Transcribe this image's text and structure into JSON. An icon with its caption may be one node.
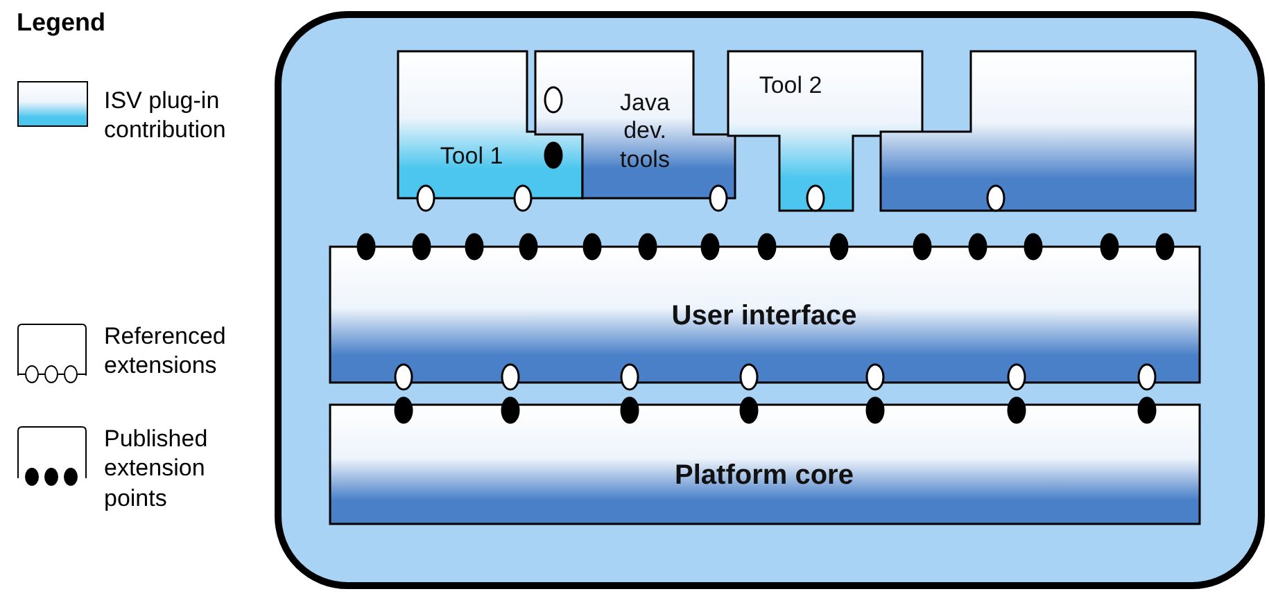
{
  "diagram": {
    "nodes": [
      {
        "text": [],
        "shape": "box"
      },
      {
        "text": [
          "Tool 1"
        ],
        "in": 0
      },
      {
        "text": [
          "Java dev. tools"
        ],
        "in": 0
      },
      {
        "text": [
          "Tool 2"
        ],
        "in": 0
      },
      {
        "text": [],
        "shape": "box",
        "in": 0
      },
      {
        "text": [
          "User interface"
        ],
        "in": 0
      },
      {
        "text": [
          "Platform core"
        ],
        "in": 0
      }
    ],
    "edges": [],
    "labels": [
      "Legend"
    ],
    "legend": [
      {
        "text": "ISV plug-in contribution",
        "color": "#4cc6ee"
      },
      {
        "text": "Referenced extensions"
      },
      {
        "text": "Published extension points"
      }
    ]
  }
}
